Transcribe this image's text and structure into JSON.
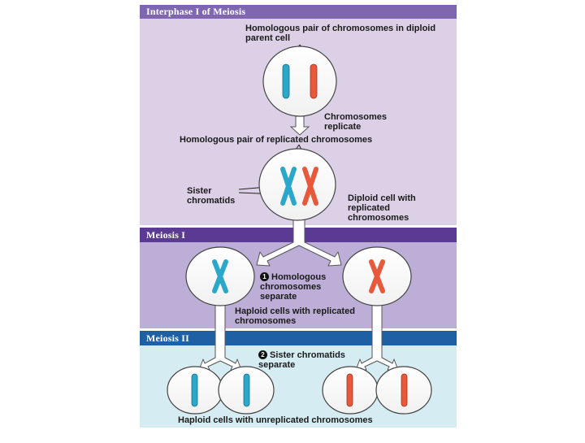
{
  "stages": {
    "interphase_title": "Interphase I of Meiosis",
    "meiosis1_title": "Meiosis I",
    "meiosis2_title": "Meiosis II"
  },
  "labels": {
    "parent_pair": "Homologous pair of chromosomes in diploid parent cell",
    "replicate": "Chromosomes replicate",
    "replicated_pair": "Homologous pair of replicated chromosomes",
    "sister_chromatids": "Sister chromatids",
    "diploid_cell": "Diploid cell with replicated chromosomes",
    "step1": "Homologous chromosomes separate",
    "haploid_replicated": "Haploid cells with replicated chromosomes",
    "step2": "Sister chromatids separate",
    "haploid_unreplicated": "Haploid cells with unreplicated chromosomes"
  },
  "steps": [
    "1",
    "2"
  ],
  "colors": {
    "interphase_band": "#7f67b0",
    "interphase_bg": "#dcd0e6",
    "meiosis1_band": "#5b3a93",
    "meiosis1_bg": "#bcaed6",
    "meiosis2_band": "#1f5fa3",
    "meiosis2_bg": "#d6ecf3",
    "maternal_chromosome": "#2aa7c9",
    "paternal_chromosome": "#e8593c"
  }
}
